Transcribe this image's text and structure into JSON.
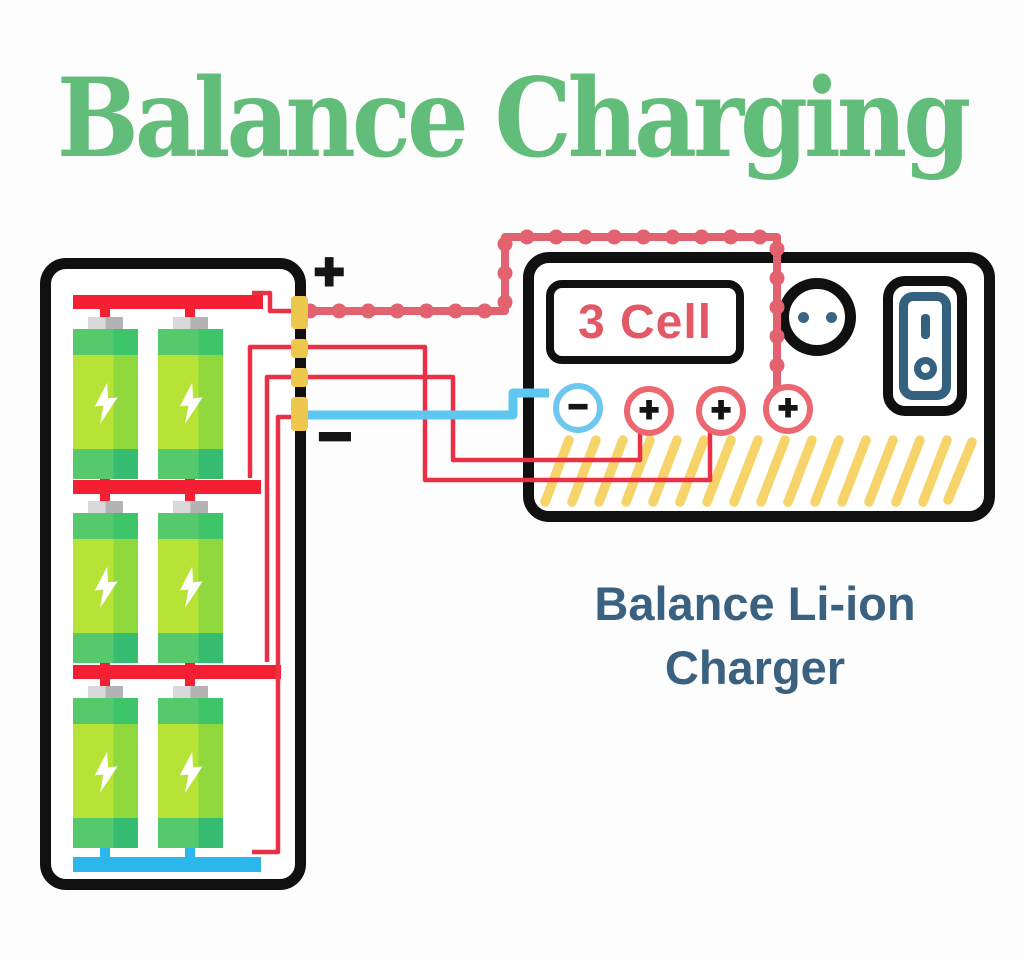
{
  "title": {
    "text": "Balance Charging"
  },
  "battery_pack": {
    "positive_label": "+",
    "negative_label": "−",
    "visible_cells": 6,
    "balance_pins": 4
  },
  "charger": {
    "display_text": "3 Cell",
    "label_line1": "Balance Li-ion",
    "label_line2": "Charger",
    "terminals": [
      {
        "symbol": "−",
        "color": "#6ec7ee"
      },
      {
        "symbol": "+",
        "color": "#ec6770"
      },
      {
        "symbol": "+",
        "color": "#ec6770"
      },
      {
        "symbol": "+",
        "color": "#ec6770"
      }
    ]
  },
  "colors": {
    "title_green": "#62bd7a",
    "caption_blue": "#3a6180",
    "rail_red": "#f41f33",
    "rail_blue": "#2cb7ec",
    "thin_wire_red": "#ea3045",
    "balance_wire_rose": "#e2636f",
    "blue_wire": "#5ec7f0",
    "connector_yellow": "#eec84d",
    "hatch_yellow": "#f6d46a",
    "display_text_red": "#e25866",
    "battery_green_light": "#b6e335",
    "battery_green_dark": "#3ec56a",
    "outline_black": "#101010"
  }
}
